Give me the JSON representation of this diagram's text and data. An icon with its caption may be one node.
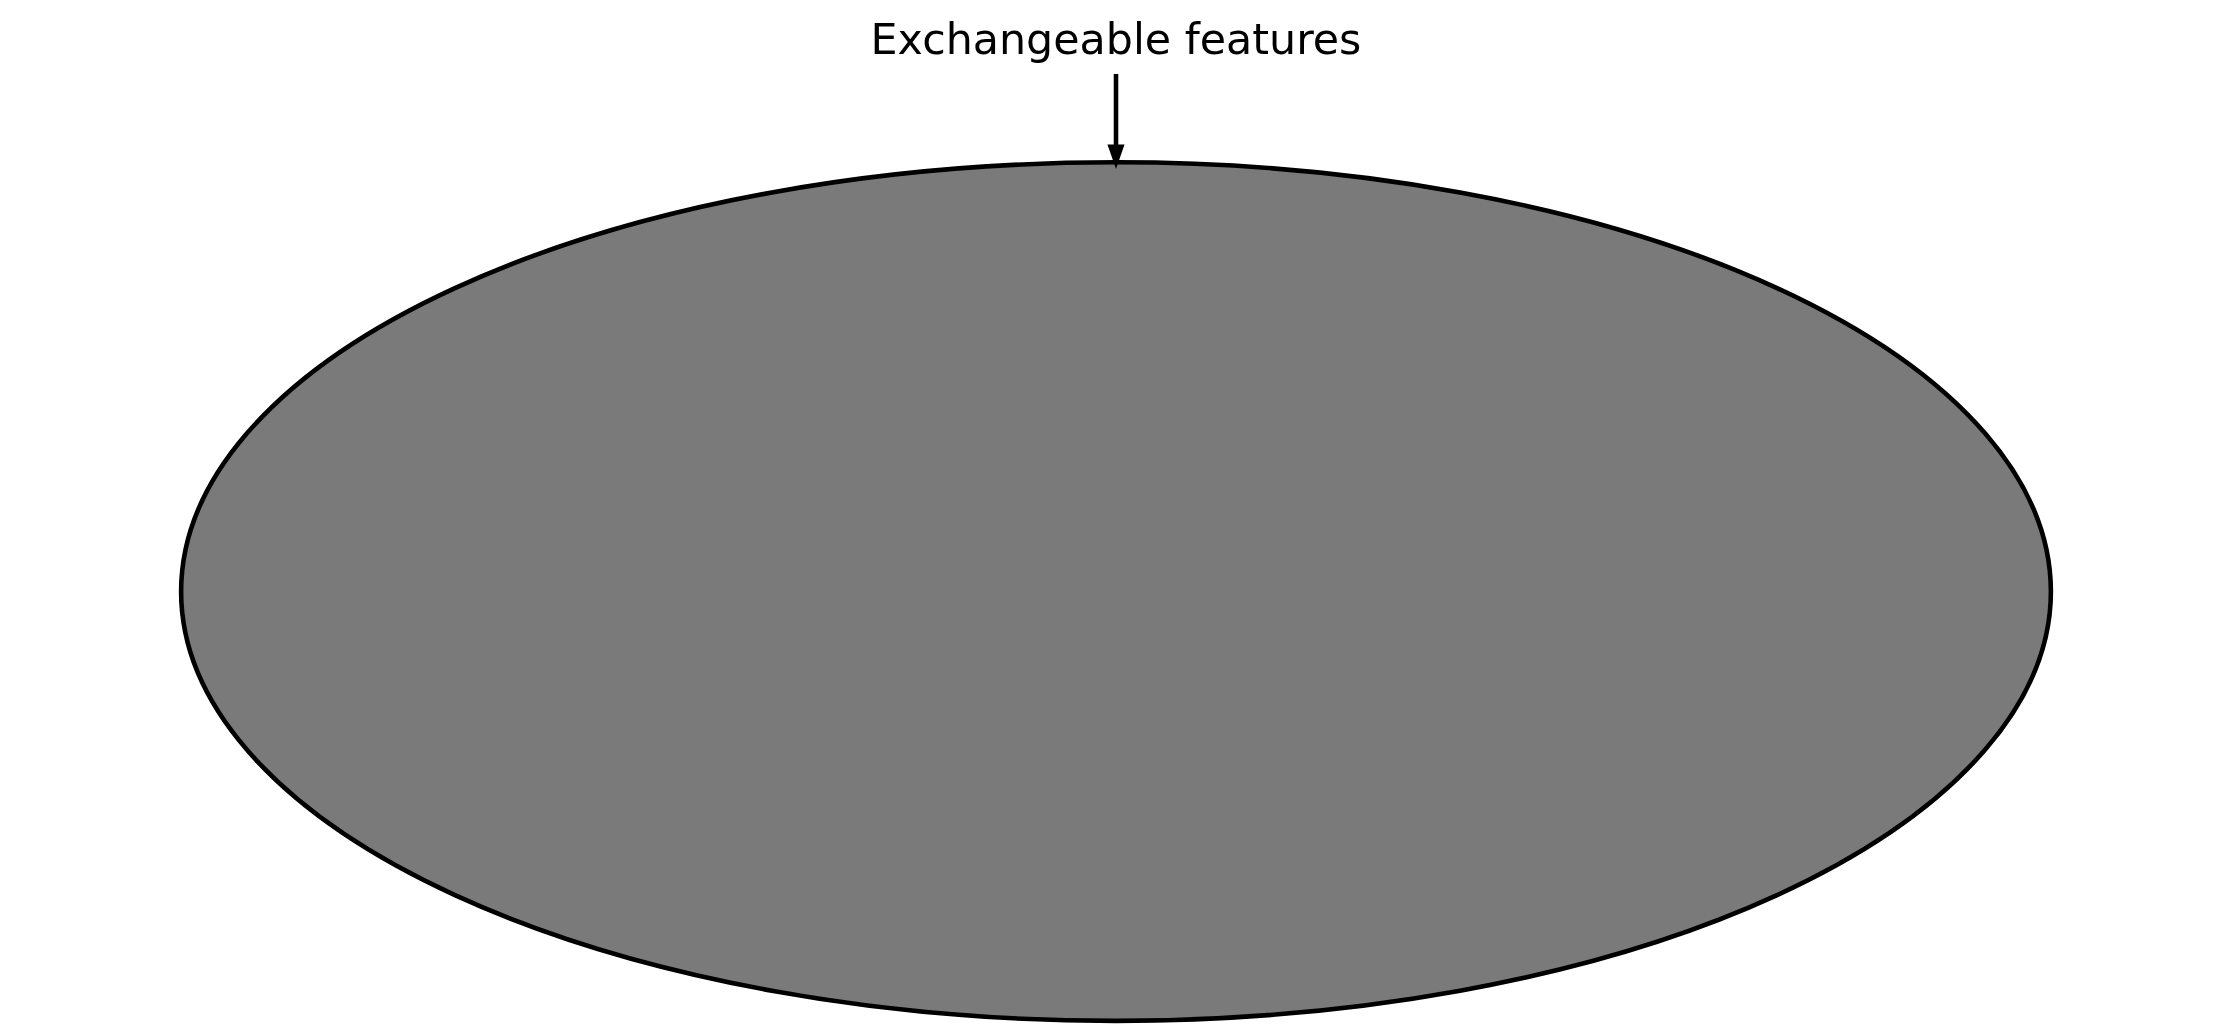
{
  "diagram": {
    "nodes": [
      {
        "text": [
          "Exchangeable features"
        ]
      },
      {
        "text": [],
        "shape": "ellipse"
      }
    ],
    "edges": [
      {
        "from": 0,
        "to": 1,
        "arrow": "to"
      }
    ]
  }
}
